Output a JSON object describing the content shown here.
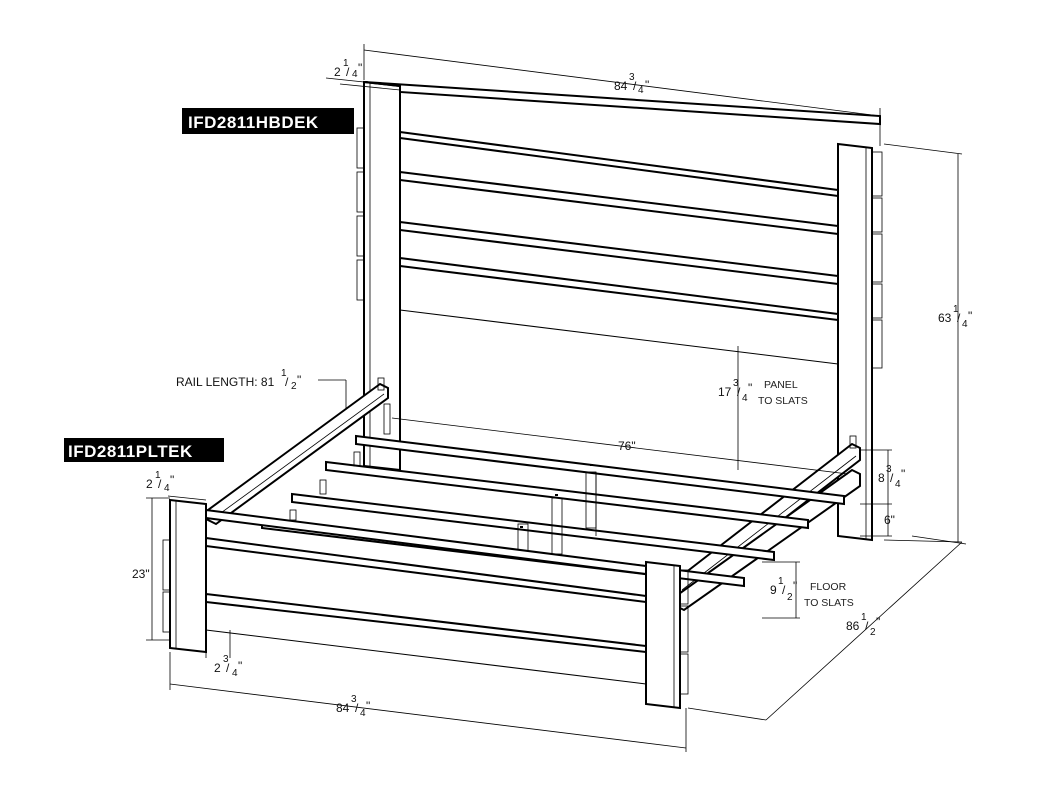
{
  "labels": {
    "headboard_code": "IFD2811HBDEK",
    "footboard_code": "IFD2811PLTEK"
  },
  "dimensions": {
    "headboard_post_width": {
      "whole": "2",
      "num": "1",
      "den": "4",
      "unit": "\""
    },
    "headboard_width": {
      "whole": "84",
      "num": "3",
      "den": "4",
      "unit": "\""
    },
    "overall_height": {
      "whole": "63",
      "num": "1",
      "den": "4",
      "unit": "\""
    },
    "rail_length_label": "RAIL LENGTH: 81",
    "rail_length": {
      "num": "1",
      "den": "2",
      "unit": "\""
    },
    "panel_to_slats": {
      "whole": "17",
      "num": "3",
      "den": "4",
      "unit": "\""
    },
    "panel_to_slats_text": [
      "PANEL",
      "TO SLATS"
    ],
    "slat_width": "76\"",
    "rail_height": {
      "whole": "8",
      "num": "3",
      "den": "4",
      "unit": "\""
    },
    "rail_clearance": "6\"",
    "floor_to_slats": {
      "whole": "9",
      "num": "1",
      "den": "2",
      "unit": "\""
    },
    "floor_to_slats_text": [
      "FLOOR",
      "TO SLATS"
    ],
    "overall_length": {
      "whole": "86",
      "num": "1",
      "den": "2",
      "unit": "\""
    },
    "footboard_post_width": {
      "whole": "2",
      "num": "1",
      "den": "4",
      "unit": "\""
    },
    "footboard_height": "23\"",
    "footboard_leg": {
      "whole": "2",
      "num": "3",
      "den": "4",
      "unit": "\""
    },
    "footboard_width": {
      "whole": "84",
      "num": "3",
      "den": "4",
      "unit": "\""
    }
  }
}
